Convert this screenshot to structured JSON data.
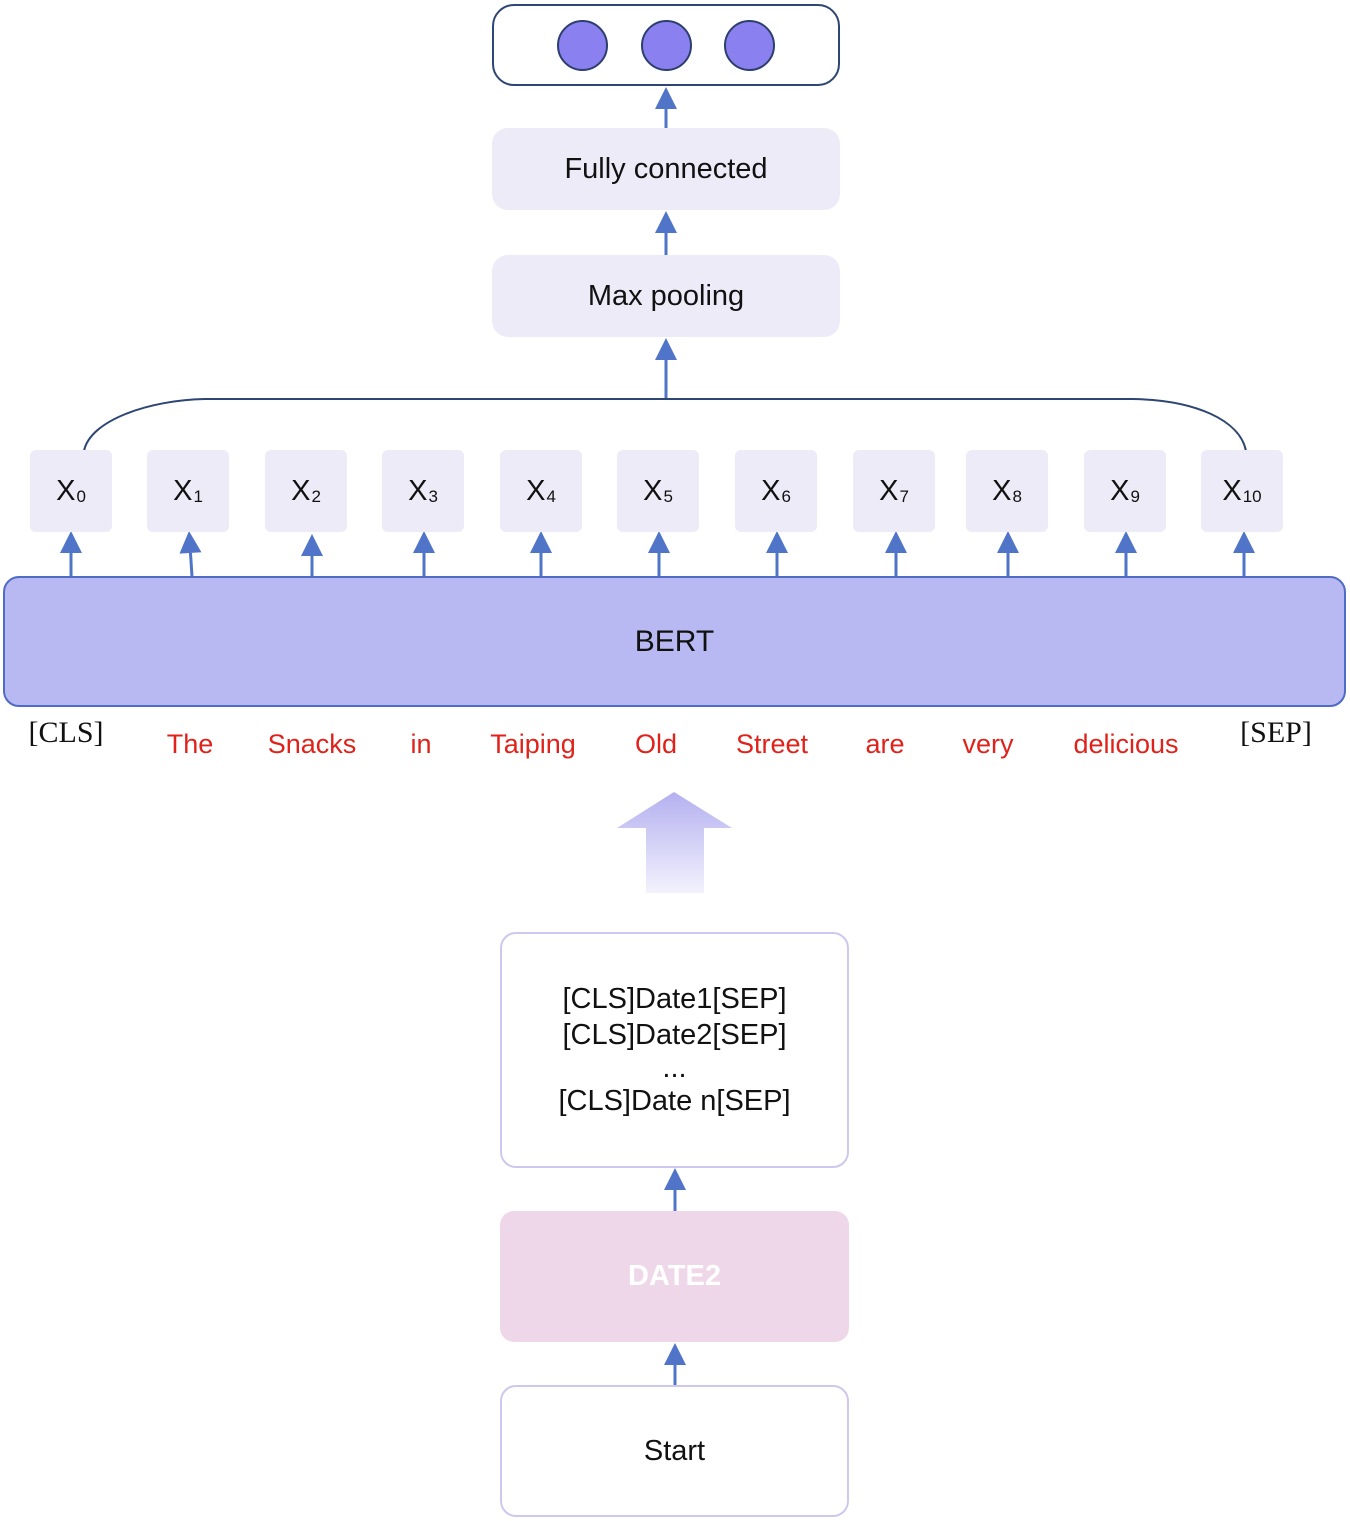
{
  "output_layer": {
    "nodes": 3,
    "node_color": "#8a80ef"
  },
  "fc_layer": {
    "label": "Fully connected"
  },
  "pooling_layer": {
    "label": "Max pooling"
  },
  "hidden_tokens": [
    {
      "base": "X",
      "sub": "0"
    },
    {
      "base": "X",
      "sub": "1"
    },
    {
      "base": "X",
      "sub": "2"
    },
    {
      "base": "X",
      "sub": "3"
    },
    {
      "base": "X",
      "sub": "4"
    },
    {
      "base": "X",
      "sub": "5"
    },
    {
      "base": "X",
      "sub": "6"
    },
    {
      "base": "X",
      "sub": "7"
    },
    {
      "base": "X",
      "sub": "8"
    },
    {
      "base": "X",
      "sub": "9"
    },
    {
      "base": "X",
      "sub": "10"
    }
  ],
  "encoder": {
    "label": "BERT",
    "color": "#b8b8f2"
  },
  "input_tokens": {
    "cls": "[CLS]",
    "sep": "[SEP]",
    "words": [
      "The",
      "Snacks",
      "in",
      "Taiping",
      "Old",
      "Street",
      "are",
      "very",
      "delicious"
    ],
    "word_color": "#e0221b"
  },
  "input_box": {
    "lines": [
      "[CLS]Date1[SEP]",
      "[CLS]Date2[SEP]",
      "...",
      "[CLS]Date n[SEP]"
    ]
  },
  "dataset": {
    "label": "DATE2",
    "color": "#efd7ea"
  },
  "start": {
    "label": "Start"
  },
  "colors": {
    "arrow": "#4f74c8",
    "outline": "#2d4673",
    "soft_box": "#eeebf8"
  }
}
